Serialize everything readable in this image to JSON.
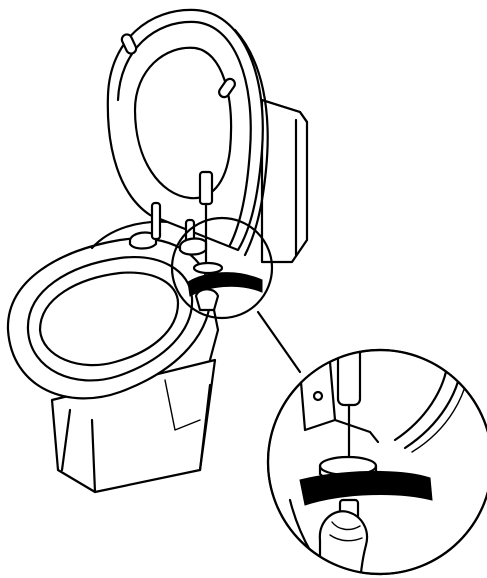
{
  "figure": {
    "type": "line-art installation diagram",
    "ink_color": "#000000",
    "paper_color": "#ffffff",
    "parts": [
      "toilet-bowl",
      "toilet-tank",
      "toilet-seat-lid",
      "seat-hinge",
      "screwdriver",
      "hand",
      "detail-magnifier"
    ]
  }
}
